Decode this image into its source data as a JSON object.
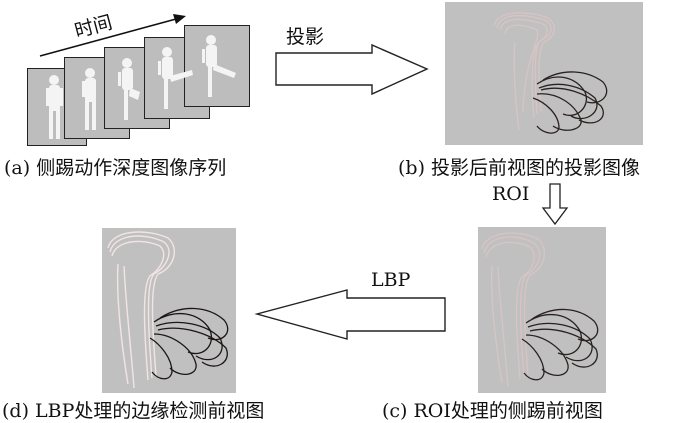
{
  "panels": {
    "a": {
      "caption": "(a) 侧踢动作深度图像序列",
      "time_label": "时间"
    },
    "b": {
      "caption": "(b) 投影后前视图的投影图像"
    },
    "c": {
      "caption": "(c) ROI处理的侧踢前视图"
    },
    "d": {
      "caption": "(d) LBP处理的边缘检测前视图"
    }
  },
  "arrows": {
    "projection": "投影",
    "roi": "ROI",
    "lbp": "LBP"
  },
  "colors": {
    "frame_bg": "#bdbdbd",
    "panel_bg": "#c0c0c0",
    "silhouette": "#f4f4f4",
    "outline_light": "#dcc8c8",
    "outline_dark": "#2a2222"
  }
}
